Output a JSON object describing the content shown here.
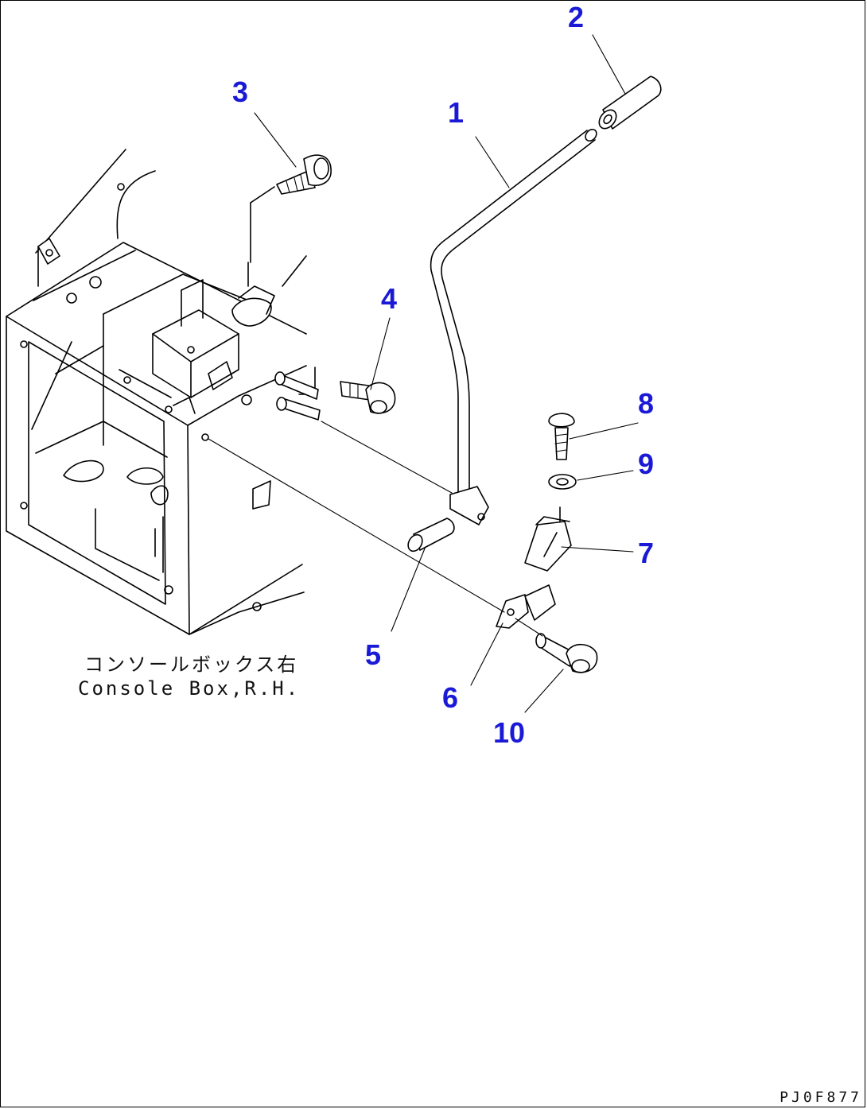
{
  "callouts": [
    {
      "id": "1",
      "label": "1"
    },
    {
      "id": "2",
      "label": "2"
    },
    {
      "id": "3",
      "label": "3"
    },
    {
      "id": "4",
      "label": "4"
    },
    {
      "id": "5",
      "label": "5"
    },
    {
      "id": "6",
      "label": "6"
    },
    {
      "id": "7",
      "label": "7"
    },
    {
      "id": "8",
      "label": "8"
    },
    {
      "id": "9",
      "label": "9"
    },
    {
      "id": "10",
      "label": "10"
    }
  ],
  "console_label": {
    "japanese": "コンソールボックス右",
    "english": "Console Box,R.H."
  },
  "drawing_code": "PJ0F877",
  "colors": {
    "callout": "#1a1ad6",
    "linework": "#000000",
    "background": "#ffffff"
  }
}
